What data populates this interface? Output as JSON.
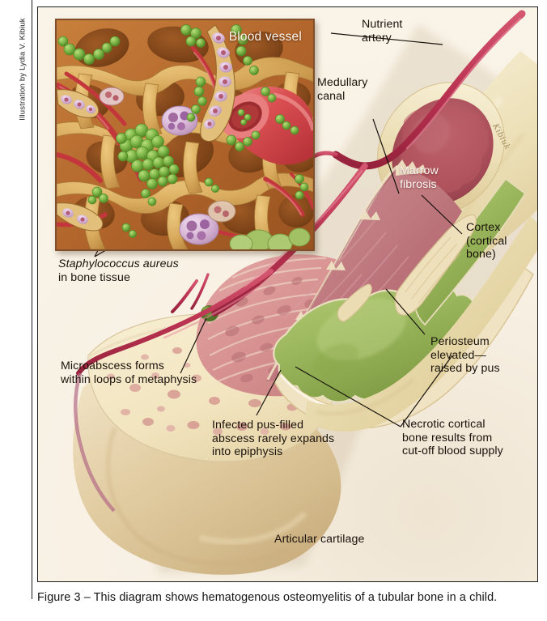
{
  "credit": {
    "text": "Illustration by Lydia V. Kibiuk"
  },
  "caption": {
    "text": "Figure 3 – This diagram shows hematogenous osteomyelitis of a tubular bone in a child."
  },
  "signature": {
    "text": "Kibiuk"
  },
  "inset": {
    "title": "Blood vessel",
    "description": "Microscopic view of cancellous bone trabeculae with blood vessels, marrow cells and clusters of green Staphylococcus aureus cocci"
  },
  "labels": {
    "nutrient_artery": "Nutrient\nartery",
    "medullary_canal": "Medullary\ncanal",
    "marrow_fibrosis": "Marrow\nfibrosis",
    "cortex": "Cortex\n(cortical\nbone)",
    "periosteum": "Periosteum\nelevated—\nraised by pus",
    "necrotic_bone": "Necrotic cortical\nbone results from\ncut-off blood supply",
    "staph_italic": "Staphylococcus aureus",
    "staph_plain": "in bone tissue",
    "microabscess": "Microabscess forms\nwithin loops of metaphysis",
    "abscess": "Infected pus-filled\nabscess rarely expands\ninto epiphysis",
    "articular_cartilage": "Articular cartilage"
  },
  "colors": {
    "page_background": "#faf4e8",
    "frame_border": "#1b1b1b",
    "bone_cortex": "#e9dcb4",
    "bone_cortex_light": "#f2e8cb",
    "marrow_red": "#c07a80",
    "marrow_dark": "#a8545c",
    "pus_green": "#9cb85e",
    "pus_green_dark": "#7e9a44",
    "artery_red": "#bf3a58",
    "cancellous_pink": "#d98f90",
    "epiphysis_cream": "#f3e6c3",
    "cartilage_tan": "#ddc79c",
    "bacteria_green": "#79b24a",
    "inset_border": "#7e4f2a",
    "text": "#1a120b",
    "white_label": "#fdf7ef"
  },
  "anatomy": {
    "regions": [
      "diaphysis cortical bone",
      "medullary canal with marrow fibrosis",
      "subperiosteal pus collection",
      "metaphysis with microabscess",
      "epiphysis",
      "articular cartilage",
      "nutrient artery and periosteal vessels"
    ]
  }
}
